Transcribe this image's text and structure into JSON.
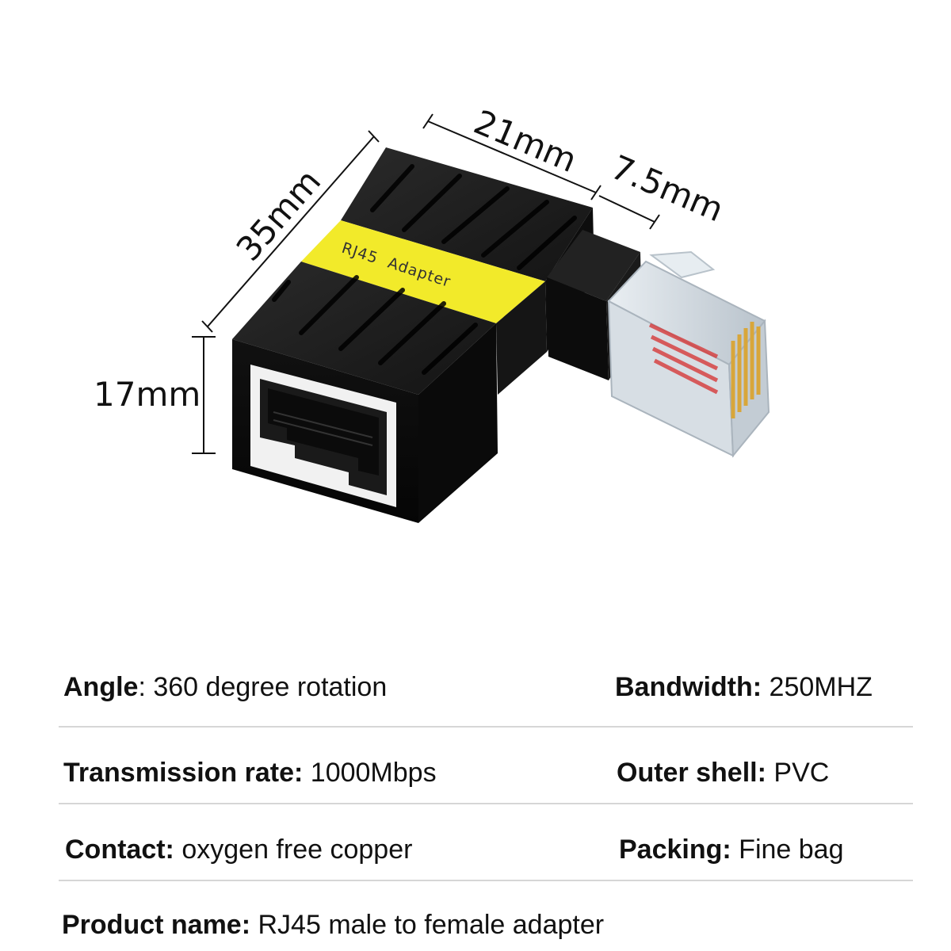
{
  "figure": {
    "label_text": "RJ45  Adapter",
    "colors": {
      "shell": "#1a1a1a",
      "label": "#f2ea2a",
      "gold_pins": "#d8a63a",
      "background": "#ffffff"
    }
  },
  "dimensions": {
    "depth": "35mm",
    "width": "21mm",
    "plug_offset": "7.5mm",
    "height": "17mm"
  },
  "specs": [
    {
      "label": "Angle",
      "separator": ": ",
      "value": "360 degree rotation"
    },
    {
      "label": "Bandwidth:",
      "separator": " ",
      "value": "250MHZ"
    },
    {
      "label": "Transmission rate:",
      "separator": " ",
      "value": "1000Mbps"
    },
    {
      "label": "Outer shell:",
      "separator": " ",
      "value": "PVC"
    },
    {
      "label": "Contact:",
      "separator": " ",
      "value": "oxygen free copper"
    },
    {
      "label": "Packing:",
      "separator": " ",
      "value": "Fine bag"
    },
    {
      "label": "Product name:",
      "separator": " ",
      "value": "RJ45 male to female adapter"
    }
  ]
}
